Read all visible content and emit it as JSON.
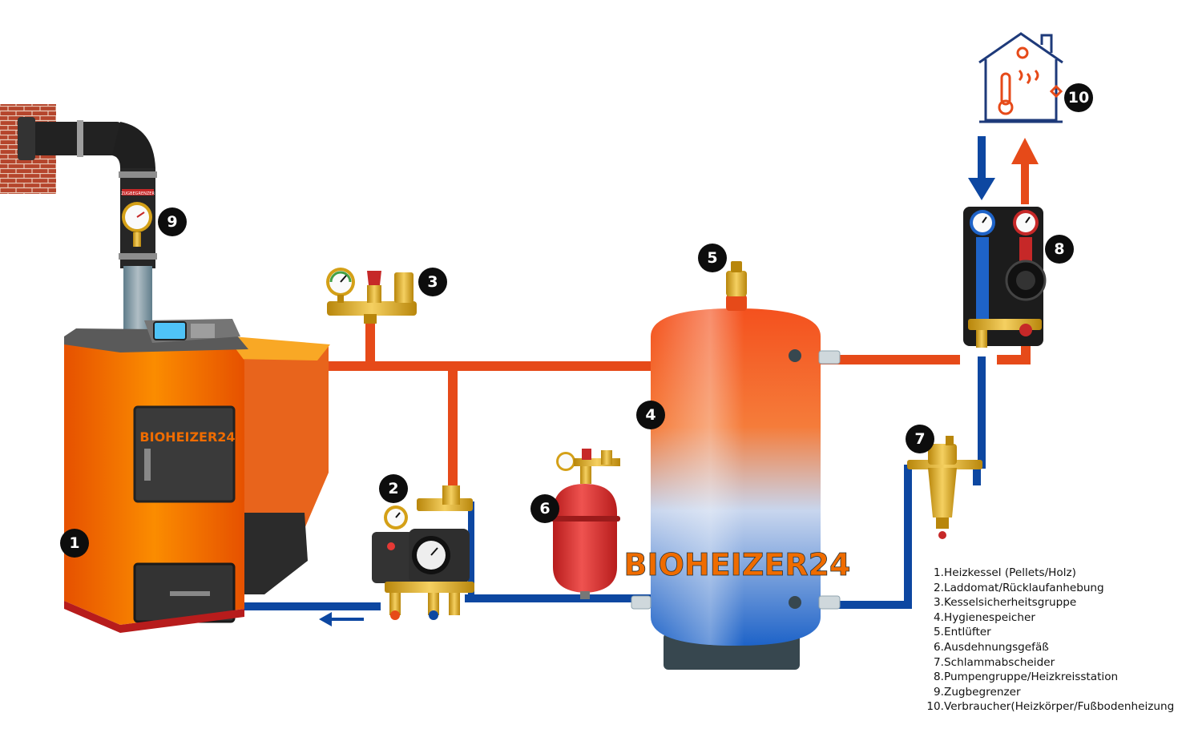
{
  "colors": {
    "hot_pipe": "#e64a19",
    "cold_pipe": "#0d47a1",
    "boiler": "#ef6c00",
    "tank_top": "#f4511e",
    "tank_bottom": "#1e63c8",
    "brass": "#d4a017",
    "badge": "#0d0d0d"
  },
  "logos": {
    "boiler_logo": "BIOHEIZER24",
    "tank_logo": "BIOHEIZER24"
  },
  "gauge_label": "ZUGBEGRENZER",
  "badges": [
    {
      "id": "heizkessel",
      "label": "1"
    },
    {
      "id": "laddomat",
      "label": "2"
    },
    {
      "id": "sicherheitsgruppe",
      "label": "3"
    },
    {
      "id": "hygienespeicher",
      "label": "4"
    },
    {
      "id": "entluefter",
      "label": "5"
    },
    {
      "id": "ausdehnungsgefaess",
      "label": "6"
    },
    {
      "id": "schlammabscheider",
      "label": "7"
    },
    {
      "id": "pumpengruppe",
      "label": "8"
    },
    {
      "id": "zugbegrenzer",
      "label": "9"
    },
    {
      "id": "verbraucher",
      "label": "10"
    }
  ],
  "legend": [
    {
      "num": "1.",
      "text": "Heizkessel (Pellets/Holz)"
    },
    {
      "num": "2.",
      "text": "Laddomat/Rücklaufanhebung"
    },
    {
      "num": "3.",
      "text": "Kesselsicherheitsgruppe"
    },
    {
      "num": "4.",
      "text": "Hygienespeicher"
    },
    {
      "num": "5.",
      "text": "Entlüfter"
    },
    {
      "num": "6.",
      "text": "Ausdehnungsgefäß"
    },
    {
      "num": "7.",
      "text": "Schlammabscheider"
    },
    {
      "num": "8.",
      "text": "Pumpengruppe/Heizkreisstation"
    },
    {
      "num": "9.",
      "text": "Zugbegrenzer"
    },
    {
      "num": "10.",
      "text": "Verbraucher(Heizkörper/Fußbodenheizung"
    }
  ]
}
